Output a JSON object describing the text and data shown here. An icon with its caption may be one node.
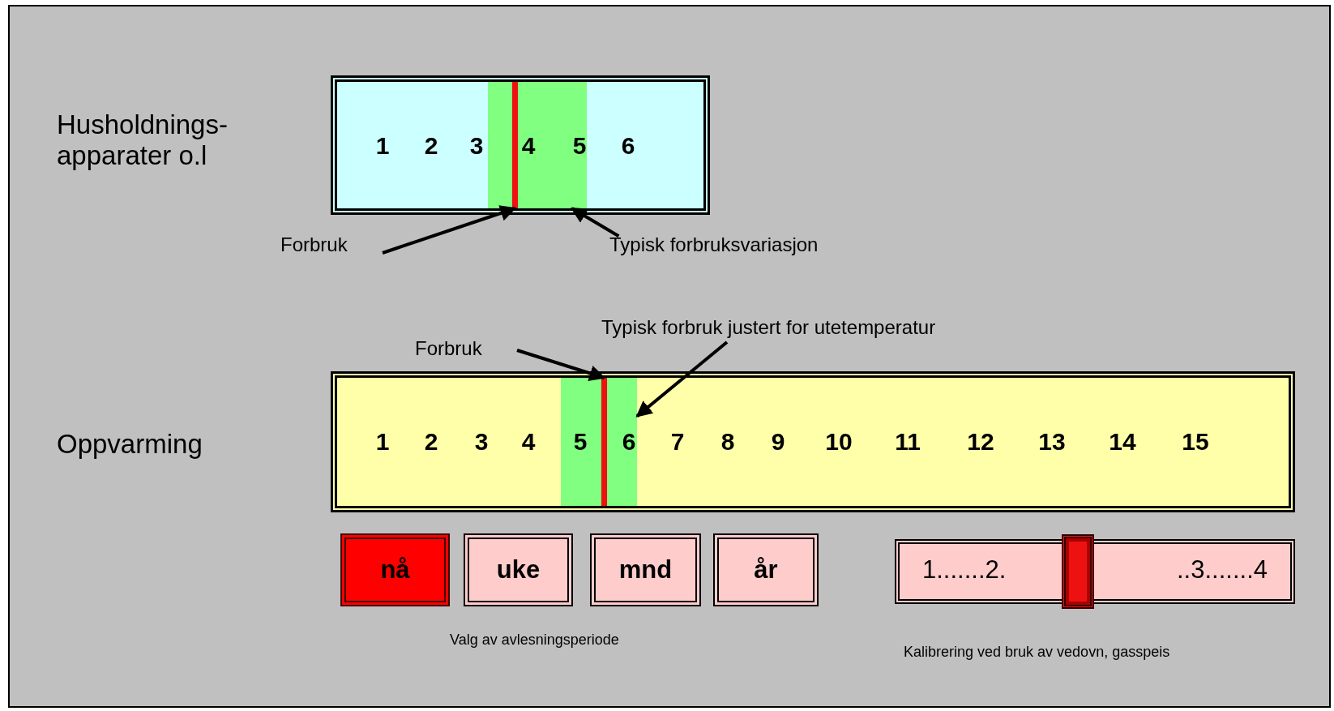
{
  "diagram": {
    "nodes": [
      {
        "text": [
          "1",
          "2",
          "3",
          "6"
        ]
      },
      {
        "text": [
          "4",
          "5"
        ],
        "in": 0
      },
      {
        "text": [],
        "shape": "bar",
        "in": 1
      },
      {
        "text": [
          "Forbruk"
        ]
      },
      {
        "text": [
          "Typisk forbruksvariasjon"
        ]
      },
      {
        "text": [
          "1",
          "2",
          "3",
          "4",
          "7",
          "8",
          "9",
          "10",
          "11",
          "12",
          "13",
          "14",
          "15"
        ]
      },
      {
        "text": [
          "5",
          "6"
        ],
        "in": 5
      },
      {
        "text": [],
        "shape": "bar",
        "in": 6
      },
      {
        "text": [
          "Forbruk"
        ]
      },
      {
        "text": [
          "Typisk forbruk justert for utetemperatur"
        ]
      },
      {
        "text": [
          "nå"
        ]
      },
      {
        "text": [
          "uke"
        ]
      },
      {
        "text": [
          "mnd"
        ]
      },
      {
        "text": [
          "år"
        ]
      },
      {
        "text": [
          "1.......2.",
          "..3.......4"
        ]
      },
      {
        "text": [],
        "shape": "bar",
        "in": 14
      }
    ],
    "edges": [
      {
        "from": 3,
        "to": 2,
        "arrow": "to"
      },
      {
        "from": 4,
        "to": 1,
        "arrow": "to"
      },
      {
        "from": 8,
        "to": 7,
        "arrow": "to"
      },
      {
        "from": 9,
        "to": 6,
        "arrow": "to"
      }
    ],
    "labels": [
      "Husholdnings-apparater o.l",
      "Oppvarming",
      "Valg av avlesningsperiode",
      "Kalibrering ved bruk av vedovn, gasspeis"
    ]
  }
}
